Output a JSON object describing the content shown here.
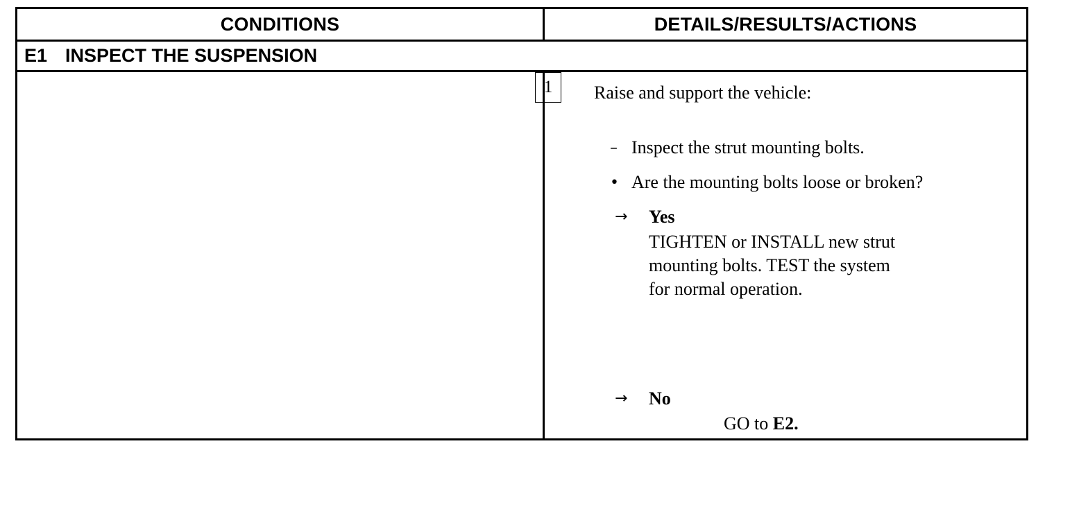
{
  "header": {
    "conditions": "CONDITIONS",
    "details": "DETAILS/RESULTS/ACTIONS"
  },
  "section": {
    "code": "E1",
    "title": "INSPECT THE SUSPENSION"
  },
  "step": {
    "number": "1",
    "instruction": "Raise and support the vehicle:",
    "dash_item": "Inspect the strut mounting bolts.",
    "question": "Are the mounting bolts loose or broken?",
    "yes": {
      "label": "Yes",
      "lines": [
        "TIGHTEN or INSTALL new strut",
        "mounting bolts. TEST the system",
        "for normal operation."
      ]
    },
    "no": {
      "label": "No",
      "action_prefix": "GO to",
      "action_target": "E2."
    }
  },
  "icons": {
    "dash": "dash-icon",
    "bullet": "bullet-icon",
    "arrow": "right-arrow-icon"
  }
}
